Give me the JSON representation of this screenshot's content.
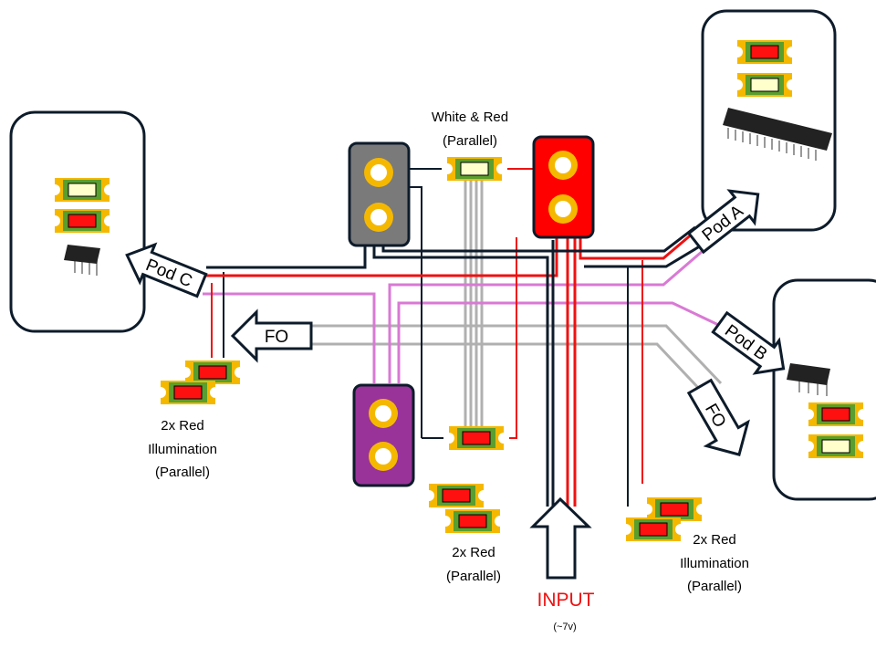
{
  "labels": {
    "white_red": "White & Red",
    "white_red_sub": "(Parallel)",
    "left_illum_1": "2x Red",
    "left_illum_2": "Illumination",
    "left_illum_3": "(Parallel)",
    "center_red_1": "2x Red",
    "center_red_2": "(Parallel)",
    "right_illum_1": "2x Red",
    "right_illum_2": "Illumination",
    "right_illum_3": "(Parallel)",
    "input": "INPUT",
    "input_voltage": "(~7v)"
  },
  "arrows": {
    "pod_a": "Pod A",
    "pod_b": "Pod B",
    "pod_c": "Pod C",
    "fo_left": "FO",
    "fo_right": "FO"
  },
  "colors": {
    "wire_black": "#0d1b2a",
    "wire_red": "#ee1111",
    "wire_pink": "#d97ad4",
    "wire_gray": "#b0b0b0",
    "connector_gray": "#7a7a7a",
    "connector_red": "#ff0000",
    "connector_purple": "#993399",
    "pad_gold": "#f5b800",
    "led_green": "#5a9e2e",
    "led_red": "#ff1010",
    "led_white": "#ffffcc"
  }
}
